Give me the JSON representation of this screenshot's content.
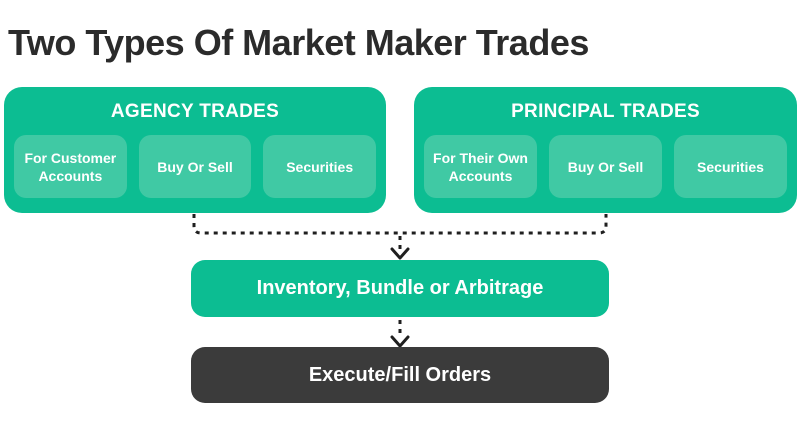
{
  "title": "Two Types Of Market Maker Trades",
  "colors": {
    "background": "#ffffff",
    "green": "#0cbd92",
    "green_light": "#40c9a4",
    "dark": "#3b3b3b",
    "text_dark": "#2b2b2b",
    "connector": "#1f1f1f"
  },
  "groups": [
    {
      "heading": "AGENCY TRADES",
      "items": [
        "For Customer Accounts",
        "Buy Or Sell",
        "Securities"
      ]
    },
    {
      "heading": "PRINCIPAL TRADES",
      "items": [
        "For Their Own Accounts",
        "Buy Or Sell",
        "Securities"
      ]
    }
  ],
  "flow": {
    "merge_label": "Inventory, Bundle or Arbitrage",
    "final_label": "Execute/Fill Orders"
  }
}
